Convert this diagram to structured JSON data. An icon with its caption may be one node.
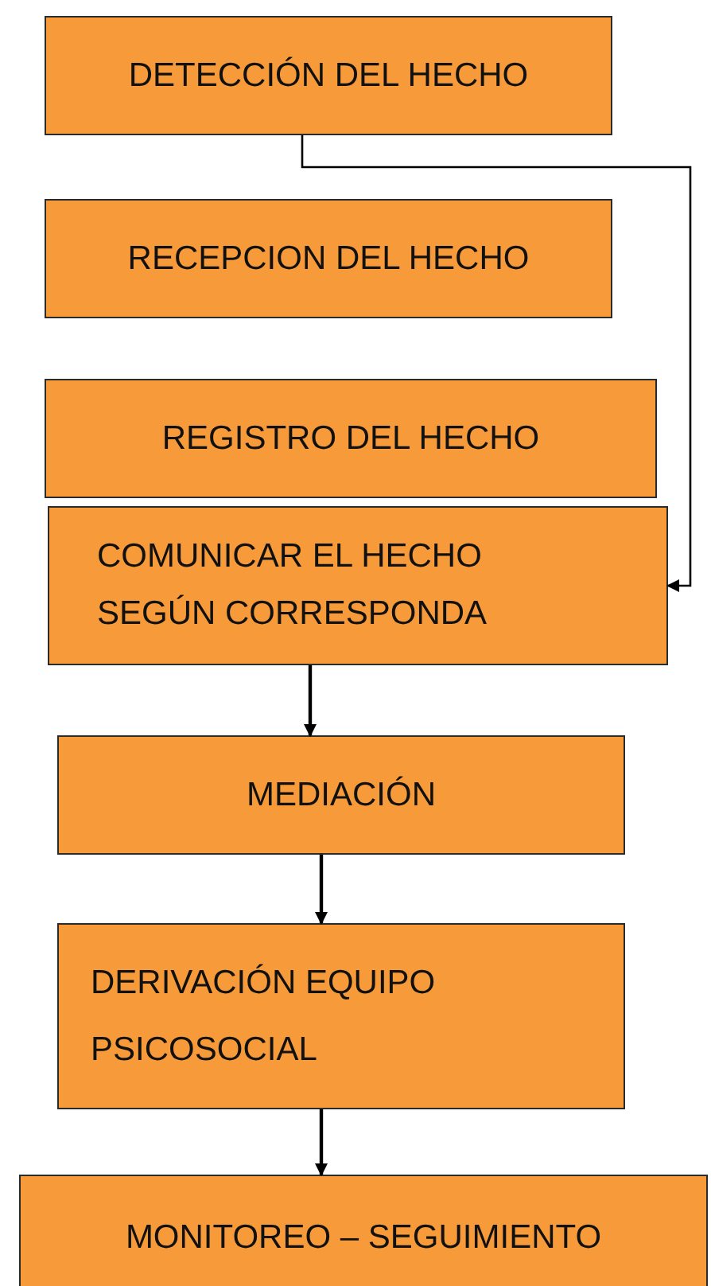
{
  "diagram": {
    "nodes": [
      {
        "text": [
          "DETECCIÓN DEL HECHO"
        ]
      },
      {
        "text": [
          "RECEPCION DEL HECHO"
        ]
      },
      {
        "text": [
          "REGISTRO DEL HECHO"
        ]
      },
      {
        "text": [
          "COMUNICAR EL HECHO SEGÚN CORRESPONDA"
        ]
      },
      {
        "text": [
          "MEDIACIÓN"
        ]
      },
      {
        "text": [
          "DERIVACIÓN EQUIPO PSICOSOCIAL"
        ]
      },
      {
        "text": [
          "MONITOREO – SEGUIMIENTO"
        ]
      }
    ],
    "edges": [
      {
        "from": 0,
        "to": 3,
        "arrow": "to"
      },
      {
        "from": 3,
        "to": 4,
        "arrow": "to"
      },
      {
        "from": 4,
        "to": 5,
        "arrow": "to"
      },
      {
        "from": 5,
        "to": 6,
        "arrow": "to"
      }
    ]
  }
}
